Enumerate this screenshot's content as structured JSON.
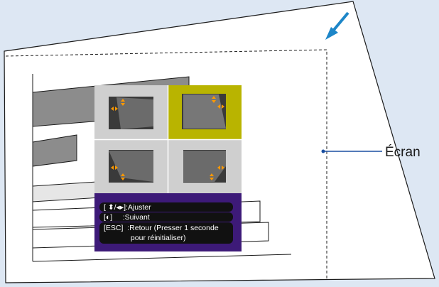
{
  "colors": {
    "background": "#dde7f3",
    "screen_fill": "#ffffff",
    "outline": "#1a1a1a",
    "tile_bg": "#cfcfcf",
    "tile_selected_bg": "#b9b400",
    "tile_divider": "#ffffff",
    "thumb_dark": "#3a3a3a",
    "thumb_shape": "#6b6b6b",
    "thumb_shape_selected": "#777777",
    "arrow": "#ff9900",
    "help_bg": "#3d1a78",
    "help_inner": "#111111",
    "text_light": "#ffffff",
    "pointer_arrow": "#1d86c8",
    "leader_line": "#1a4fa0"
  },
  "menu": {
    "tiles": [
      {
        "name": "tile-top-left",
        "corner": "top-left",
        "selected": false,
        "shape_icon": "keystone-top-left-icon"
      },
      {
        "name": "tile-top-right",
        "corner": "top-right",
        "selected": true,
        "shape_icon": "keystone-top-right-icon"
      },
      {
        "name": "tile-bottom-left",
        "corner": "bottom-left",
        "selected": false,
        "shape_icon": "keystone-bottom-left-icon"
      },
      {
        "name": "tile-bottom-right",
        "corner": "bottom-right",
        "selected": false,
        "shape_icon": "keystone-bottom-right-icon"
      }
    ]
  },
  "help": {
    "line1": "[ ⬍/◂▸]:Ajuster",
    "line2": "[◐]     :Suivant",
    "line3": "[ESC]  :Retour (Presser 1 seconde",
    "line4": "             pour réinitialiser)"
  },
  "callout": {
    "label": "Écran"
  }
}
